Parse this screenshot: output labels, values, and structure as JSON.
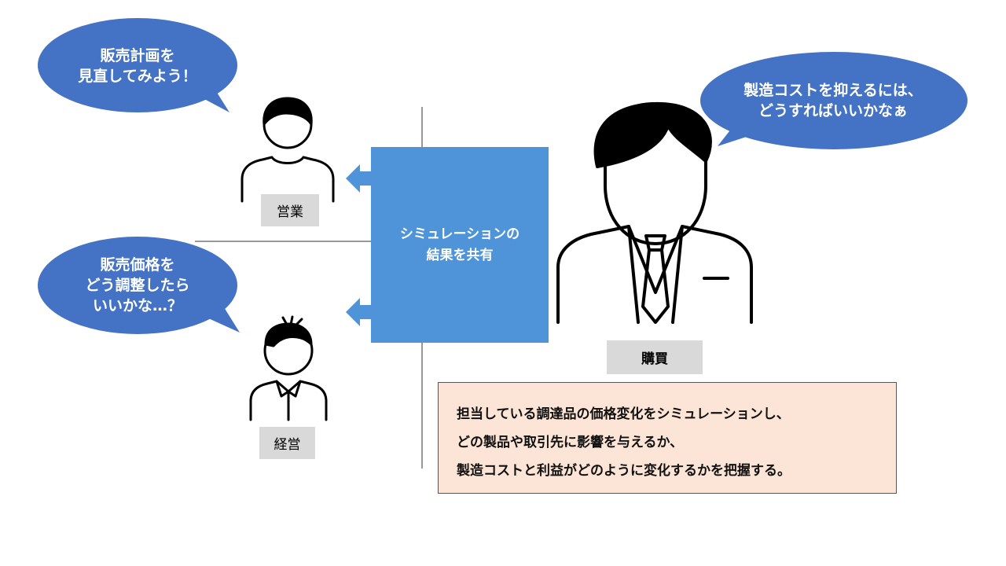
{
  "bubbles": {
    "sales_speech": [
      "販売計画を",
      "見直してみよう！"
    ],
    "management_speech": [
      "販売価格を",
      "どう調整したら",
      "いいかな…？"
    ],
    "purchasing_speech": [
      "製造コストを抑えるには、",
      "どうすればいいかなぁ"
    ]
  },
  "roles": {
    "sales": "営業",
    "management": "経営",
    "purchasing": "購買"
  },
  "center_box": [
    "シミュレーションの",
    "結果を共有"
  ],
  "note_lines": [
    "担当している調達品の価格変化をシミュレーションし、",
    "どの製品や取引先に影響を与えるか、",
    "製造コストと利益がどのように変化するかを把握する。"
  ],
  "colors": {
    "bubble": "#4472c4",
    "center_box": "#4f94d8",
    "note_box": "#fce4d6",
    "label_box": "#d9d9d9"
  }
}
